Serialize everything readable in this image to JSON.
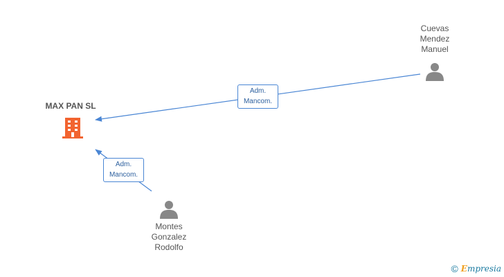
{
  "company": {
    "name": "MAX PAN SL",
    "icon": "building-icon",
    "color": "#f26430"
  },
  "persons": [
    {
      "id": "cuevas",
      "name_lines": [
        "Cuevas",
        "Mendez",
        "Manuel"
      ],
      "icon": "person-icon"
    },
    {
      "id": "montes",
      "name_lines": [
        "Montes",
        "Gonzalez",
        "Rodolfo"
      ],
      "icon": "person-icon"
    }
  ],
  "relations": [
    {
      "from": "cuevas",
      "to": "company",
      "label_lines": [
        "Adm.",
        "Mancom."
      ]
    },
    {
      "from": "montes",
      "to": "company",
      "label_lines": [
        "Adm.",
        "Mancom."
      ]
    }
  ],
  "footer": {
    "copyright_symbol": "©",
    "brand_initial": "E",
    "brand_rest": "mpresia"
  },
  "colors": {
    "edge": "#4a86d4",
    "person": "#888888",
    "text": "#555555"
  }
}
